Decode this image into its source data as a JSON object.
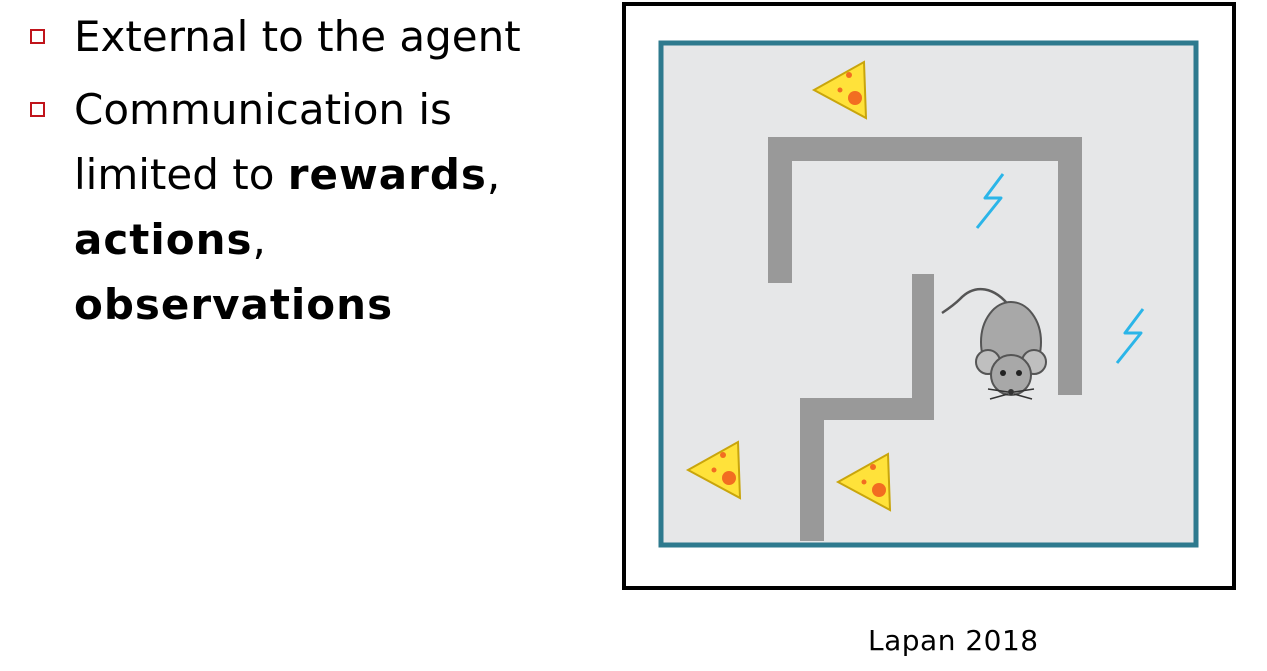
{
  "bullets": [
    {
      "parts": [
        {
          "text": "External to the agent",
          "bold": false
        }
      ]
    },
    {
      "parts": [
        {
          "text": "Communication is limited to ",
          "bold": false
        },
        {
          "text": "rewards",
          "bold": true
        },
        {
          "text": ", ",
          "bold": false
        },
        {
          "text": "actions",
          "bold": true
        },
        {
          "text": ", ",
          "bold": false
        },
        {
          "text": "observations",
          "bold": true
        }
      ]
    }
  ],
  "caption": "Lapan 2018",
  "figure": {
    "icons": [
      "cheese-icon",
      "cheese-icon",
      "cheese-icon",
      "mouse-icon",
      "lightning-icon",
      "lightning-icon"
    ]
  },
  "colors": {
    "bullet_box": "#c0141b",
    "maze_border": "#2e7a8e",
    "maze_floor": "#e6e7e8",
    "wall": "#999999",
    "cheese": "#ffe23a",
    "cheese_spot": "#f26d21",
    "lightning": "#2bb5e8"
  }
}
